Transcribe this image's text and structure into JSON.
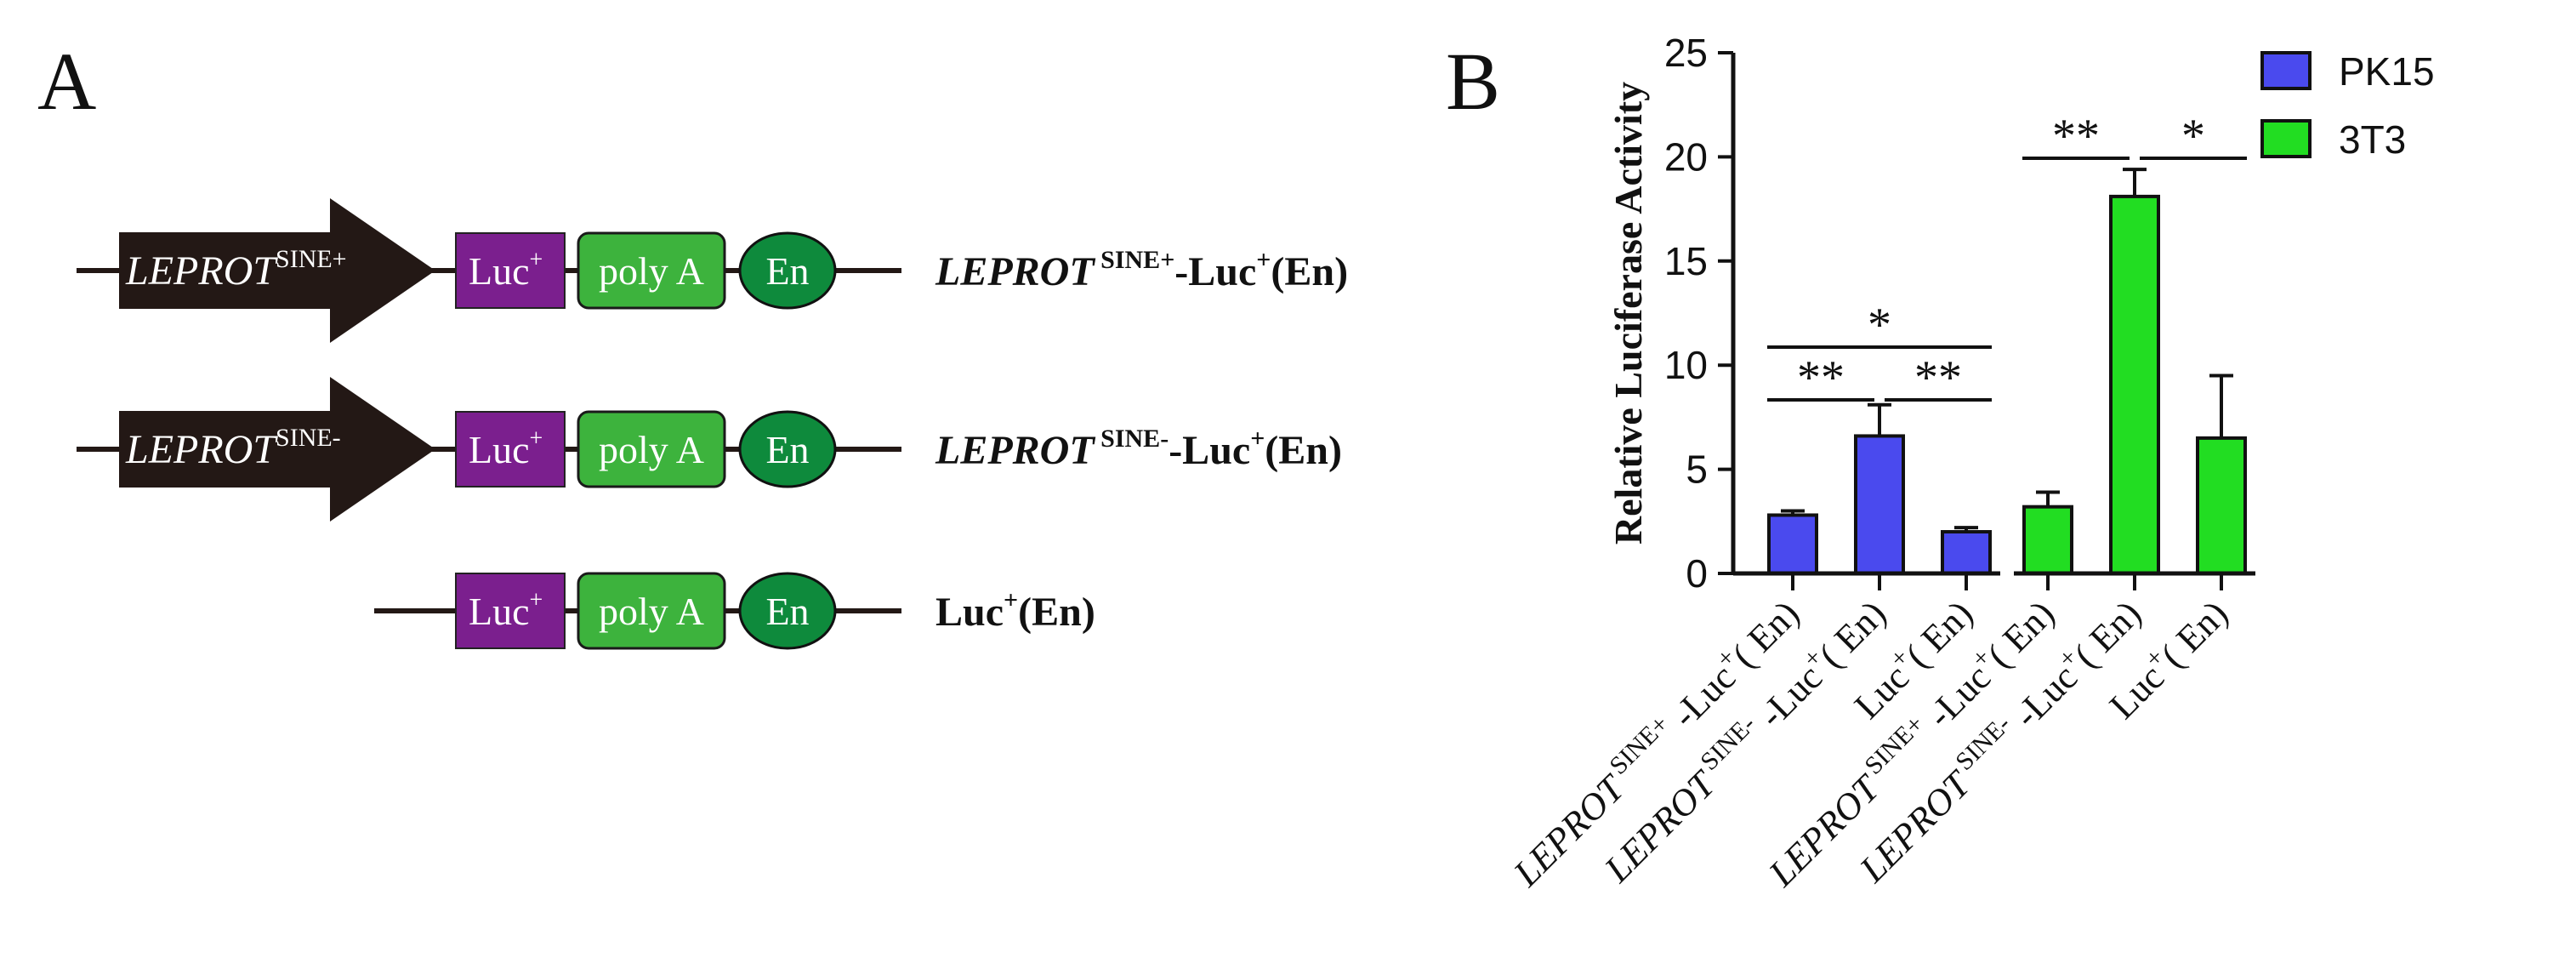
{
  "panels": {
    "a": "A",
    "b": "B"
  },
  "colors": {
    "arrow": "#231815",
    "luc_fill": "#7B1F8E",
    "polya_fill": "#3DB33D",
    "en_fill": "#0E8A3C",
    "pk15": "#4A4AEE",
    "t3t3": "#22DD22"
  },
  "constructs": [
    {
      "gene": "LEPROT",
      "sup": "SINE+",
      "luc": "Luc",
      "luc_sup": "+",
      "polya": "poly A",
      "en": "En",
      "label_gene": "LEPROT",
      "label_sup": "SINE+",
      "label_rest": "-Luc",
      "label_rest_sup": "+",
      "label_end": "(En)"
    },
    {
      "gene": "LEPROT",
      "sup": "SINE-",
      "luc": "Luc",
      "luc_sup": "+",
      "polya": "poly A",
      "en": "En",
      "label_gene": "LEPROT",
      "label_sup": "SINE-",
      "label_rest": "-Luc",
      "label_rest_sup": "+",
      "label_end": "(En)"
    },
    {
      "gene": "",
      "sup": "",
      "luc": "Luc",
      "luc_sup": "+",
      "polya": "poly A",
      "en": "En",
      "label_gene": "",
      "label_sup": "",
      "label_rest": "Luc",
      "label_rest_sup": "+",
      "label_end": "(En)"
    }
  ],
  "chart_data": {
    "type": "bar",
    "ylabel": "Relative Luciferase Activity",
    "ylim": [
      0,
      25
    ],
    "yticks": [
      0,
      5,
      10,
      15,
      20,
      25
    ],
    "legend_position": "top-right",
    "series": [
      {
        "name": "PK15",
        "values": [
          2.8,
          6.6,
          2.0
        ],
        "errors": [
          0.2,
          1.5,
          0.2
        ]
      },
      {
        "name": "3T3",
        "values": [
          3.2,
          18.1,
          6.5
        ],
        "errors": [
          0.7,
          1.3,
          3.0
        ]
      }
    ],
    "categories": [
      {
        "gene": "LEPROT",
        "sup": "SINE+",
        "rest": " -Luc",
        "rest_sup": "+",
        "end": "( En)"
      },
      {
        "gene": "LEPROT",
        "sup": "SINE-",
        "rest": " -Luc",
        "rest_sup": "+",
        "end": "( En)"
      },
      {
        "gene": "",
        "sup": "",
        "rest": "Luc",
        "rest_sup": "+",
        "end": "( En)"
      }
    ],
    "significance": [
      {
        "series": 0,
        "from": 0,
        "to": 2,
        "label": "*"
      },
      {
        "series": 0,
        "from": 0,
        "to": 1,
        "label": "**"
      },
      {
        "series": 0,
        "from": 1,
        "to": 2,
        "label": "**"
      },
      {
        "series": 1,
        "from": 0,
        "to": 1,
        "label": "**"
      },
      {
        "series": 1,
        "from": 1,
        "to": 2,
        "label": "*"
      }
    ]
  }
}
